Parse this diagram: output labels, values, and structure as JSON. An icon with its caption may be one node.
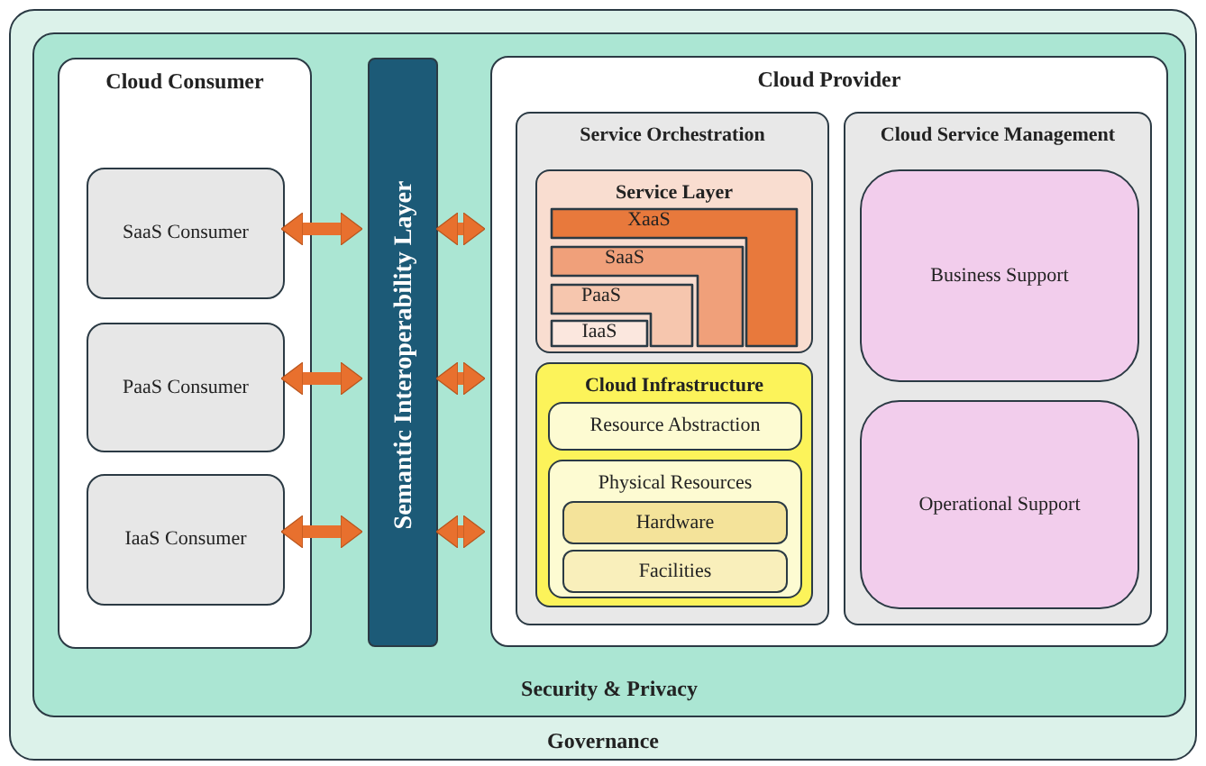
{
  "diagram": {
    "nodes": [
      {
        "text": [
          "Governance"
        ]
      },
      {
        "text": [
          "Security & Privacy"
        ],
        "in": 0
      },
      {
        "text": [
          "Cloud Consumer"
        ],
        "in": 1
      },
      {
        "text": [
          "SaaS Consumer"
        ],
        "in": 2
      },
      {
        "text": [
          "PaaS Consumer"
        ],
        "in": 2
      },
      {
        "text": [
          "IaaS Consumer"
        ],
        "in": 2
      },
      {
        "text": [
          "Semantic Interoperability Layer"
        ],
        "in": 1
      },
      {
        "text": [
          "Cloud Provider"
        ],
        "in": 1
      },
      {
        "text": [
          "Service Orchestration"
        ],
        "in": 7
      },
      {
        "text": [
          "Service Layer"
        ],
        "in": 8
      },
      {
        "text": [
          "XaaS"
        ],
        "in": 9
      },
      {
        "text": [
          "SaaS"
        ],
        "in": 9
      },
      {
        "text": [
          "PaaS"
        ],
        "in": 9
      },
      {
        "text": [
          "IaaS"
        ],
        "in": 9
      },
      {
        "text": [
          "Cloud Infrastructure"
        ],
        "in": 8
      },
      {
        "text": [
          "Resource Abstraction"
        ],
        "in": 14
      },
      {
        "text": [
          "Physical Resources"
        ],
        "in": 14
      },
      {
        "text": [
          "Hardware"
        ],
        "in": 16
      },
      {
        "text": [
          "Facilities"
        ],
        "in": 16
      },
      {
        "text": [
          "Cloud Service Management"
        ],
        "in": 7
      },
      {
        "text": [
          "Business Support"
        ],
        "in": 19
      },
      {
        "text": [
          "Operational Support"
        ],
        "in": 19
      }
    ],
    "edges": [
      {
        "from": 3,
        "to": 6,
        "arrow": "both"
      },
      {
        "from": 4,
        "to": 6,
        "arrow": "both"
      },
      {
        "from": 5,
        "to": 6,
        "arrow": "both"
      },
      {
        "from": 6,
        "to": 7,
        "arrow": "both"
      },
      {
        "from": 6,
        "to": 7,
        "arrow": "both"
      },
      {
        "from": 6,
        "to": 7,
        "arrow": "both"
      }
    ]
  }
}
